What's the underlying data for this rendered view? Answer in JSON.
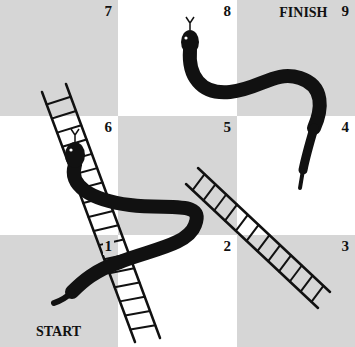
{
  "diagram": {
    "nodes": [
      {
        "text": [
          "7"
        ]
      },
      {
        "text": [
          "8"
        ]
      },
      {
        "text": [
          "FINISH",
          "9"
        ]
      },
      {
        "text": [
          "6"
        ]
      },
      {
        "text": [
          "5"
        ]
      },
      {
        "text": [
          "4"
        ]
      },
      {
        "text": [
          "1",
          "START"
        ]
      },
      {
        "text": [
          "2"
        ]
      },
      {
        "text": [
          "3"
        ]
      }
    ]
  }
}
